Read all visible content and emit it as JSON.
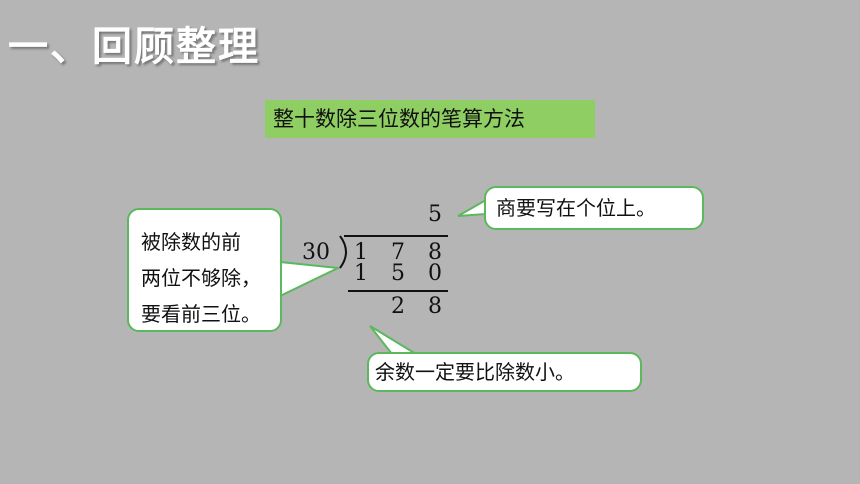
{
  "title": "一、回顾整理",
  "topic": "整十数除三位数的笔算方法",
  "division": {
    "divisor": "30",
    "dividend": [
      "1",
      "7",
      "8"
    ],
    "quotient": "5",
    "product": [
      "1",
      "5",
      "0"
    ],
    "remainder": [
      "2",
      "8"
    ]
  },
  "notes": {
    "left_lines": [
      "被除数的前",
      "两位不够除，",
      "要看前三位。"
    ],
    "right": "商要写在个位上。",
    "bottom": "余数一定要比除数小。"
  },
  "colors": {
    "background": "#b5b5b5",
    "topic_fill": "#8fce62",
    "bubble_border": "#5cb85c"
  }
}
